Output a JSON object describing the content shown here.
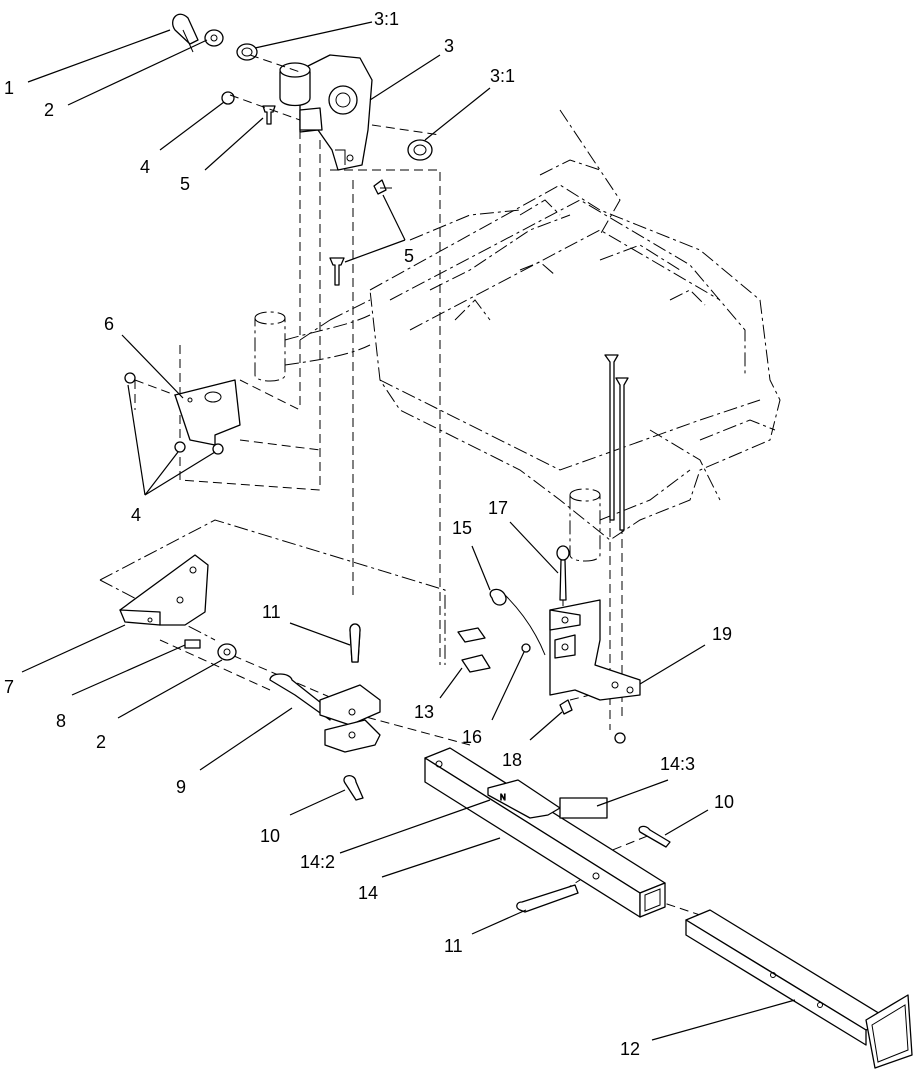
{
  "diagram": {
    "kind": "exploded parts diagram",
    "callouts": [
      {
        "id": "c1",
        "text": "1"
      },
      {
        "id": "c2a",
        "text": "2"
      },
      {
        "id": "c3-1a",
        "text": "3:1"
      },
      {
        "id": "c3",
        "text": "3"
      },
      {
        "id": "c3-1b",
        "text": "3:1"
      },
      {
        "id": "c4a",
        "text": "4"
      },
      {
        "id": "c5a",
        "text": "5"
      },
      {
        "id": "c5b",
        "text": "5"
      },
      {
        "id": "c6",
        "text": "6"
      },
      {
        "id": "c4b",
        "text": "4"
      },
      {
        "id": "c7",
        "text": "7"
      },
      {
        "id": "c8",
        "text": "8"
      },
      {
        "id": "c2b",
        "text": "2"
      },
      {
        "id": "c9",
        "text": "9"
      },
      {
        "id": "c11a",
        "text": "11"
      },
      {
        "id": "c10a",
        "text": "10"
      },
      {
        "id": "c15",
        "text": "15"
      },
      {
        "id": "c17",
        "text": "17"
      },
      {
        "id": "c13",
        "text": "13"
      },
      {
        "id": "c16",
        "text": "16"
      },
      {
        "id": "c18",
        "text": "18"
      },
      {
        "id": "c19",
        "text": "19"
      },
      {
        "id": "c14-3",
        "text": "14:3"
      },
      {
        "id": "c10b",
        "text": "10"
      },
      {
        "id": "c14-2",
        "text": "14:2"
      },
      {
        "id": "c14",
        "text": "14"
      },
      {
        "id": "c11b",
        "text": "11"
      },
      {
        "id": "c12",
        "text": "12"
      }
    ]
  }
}
